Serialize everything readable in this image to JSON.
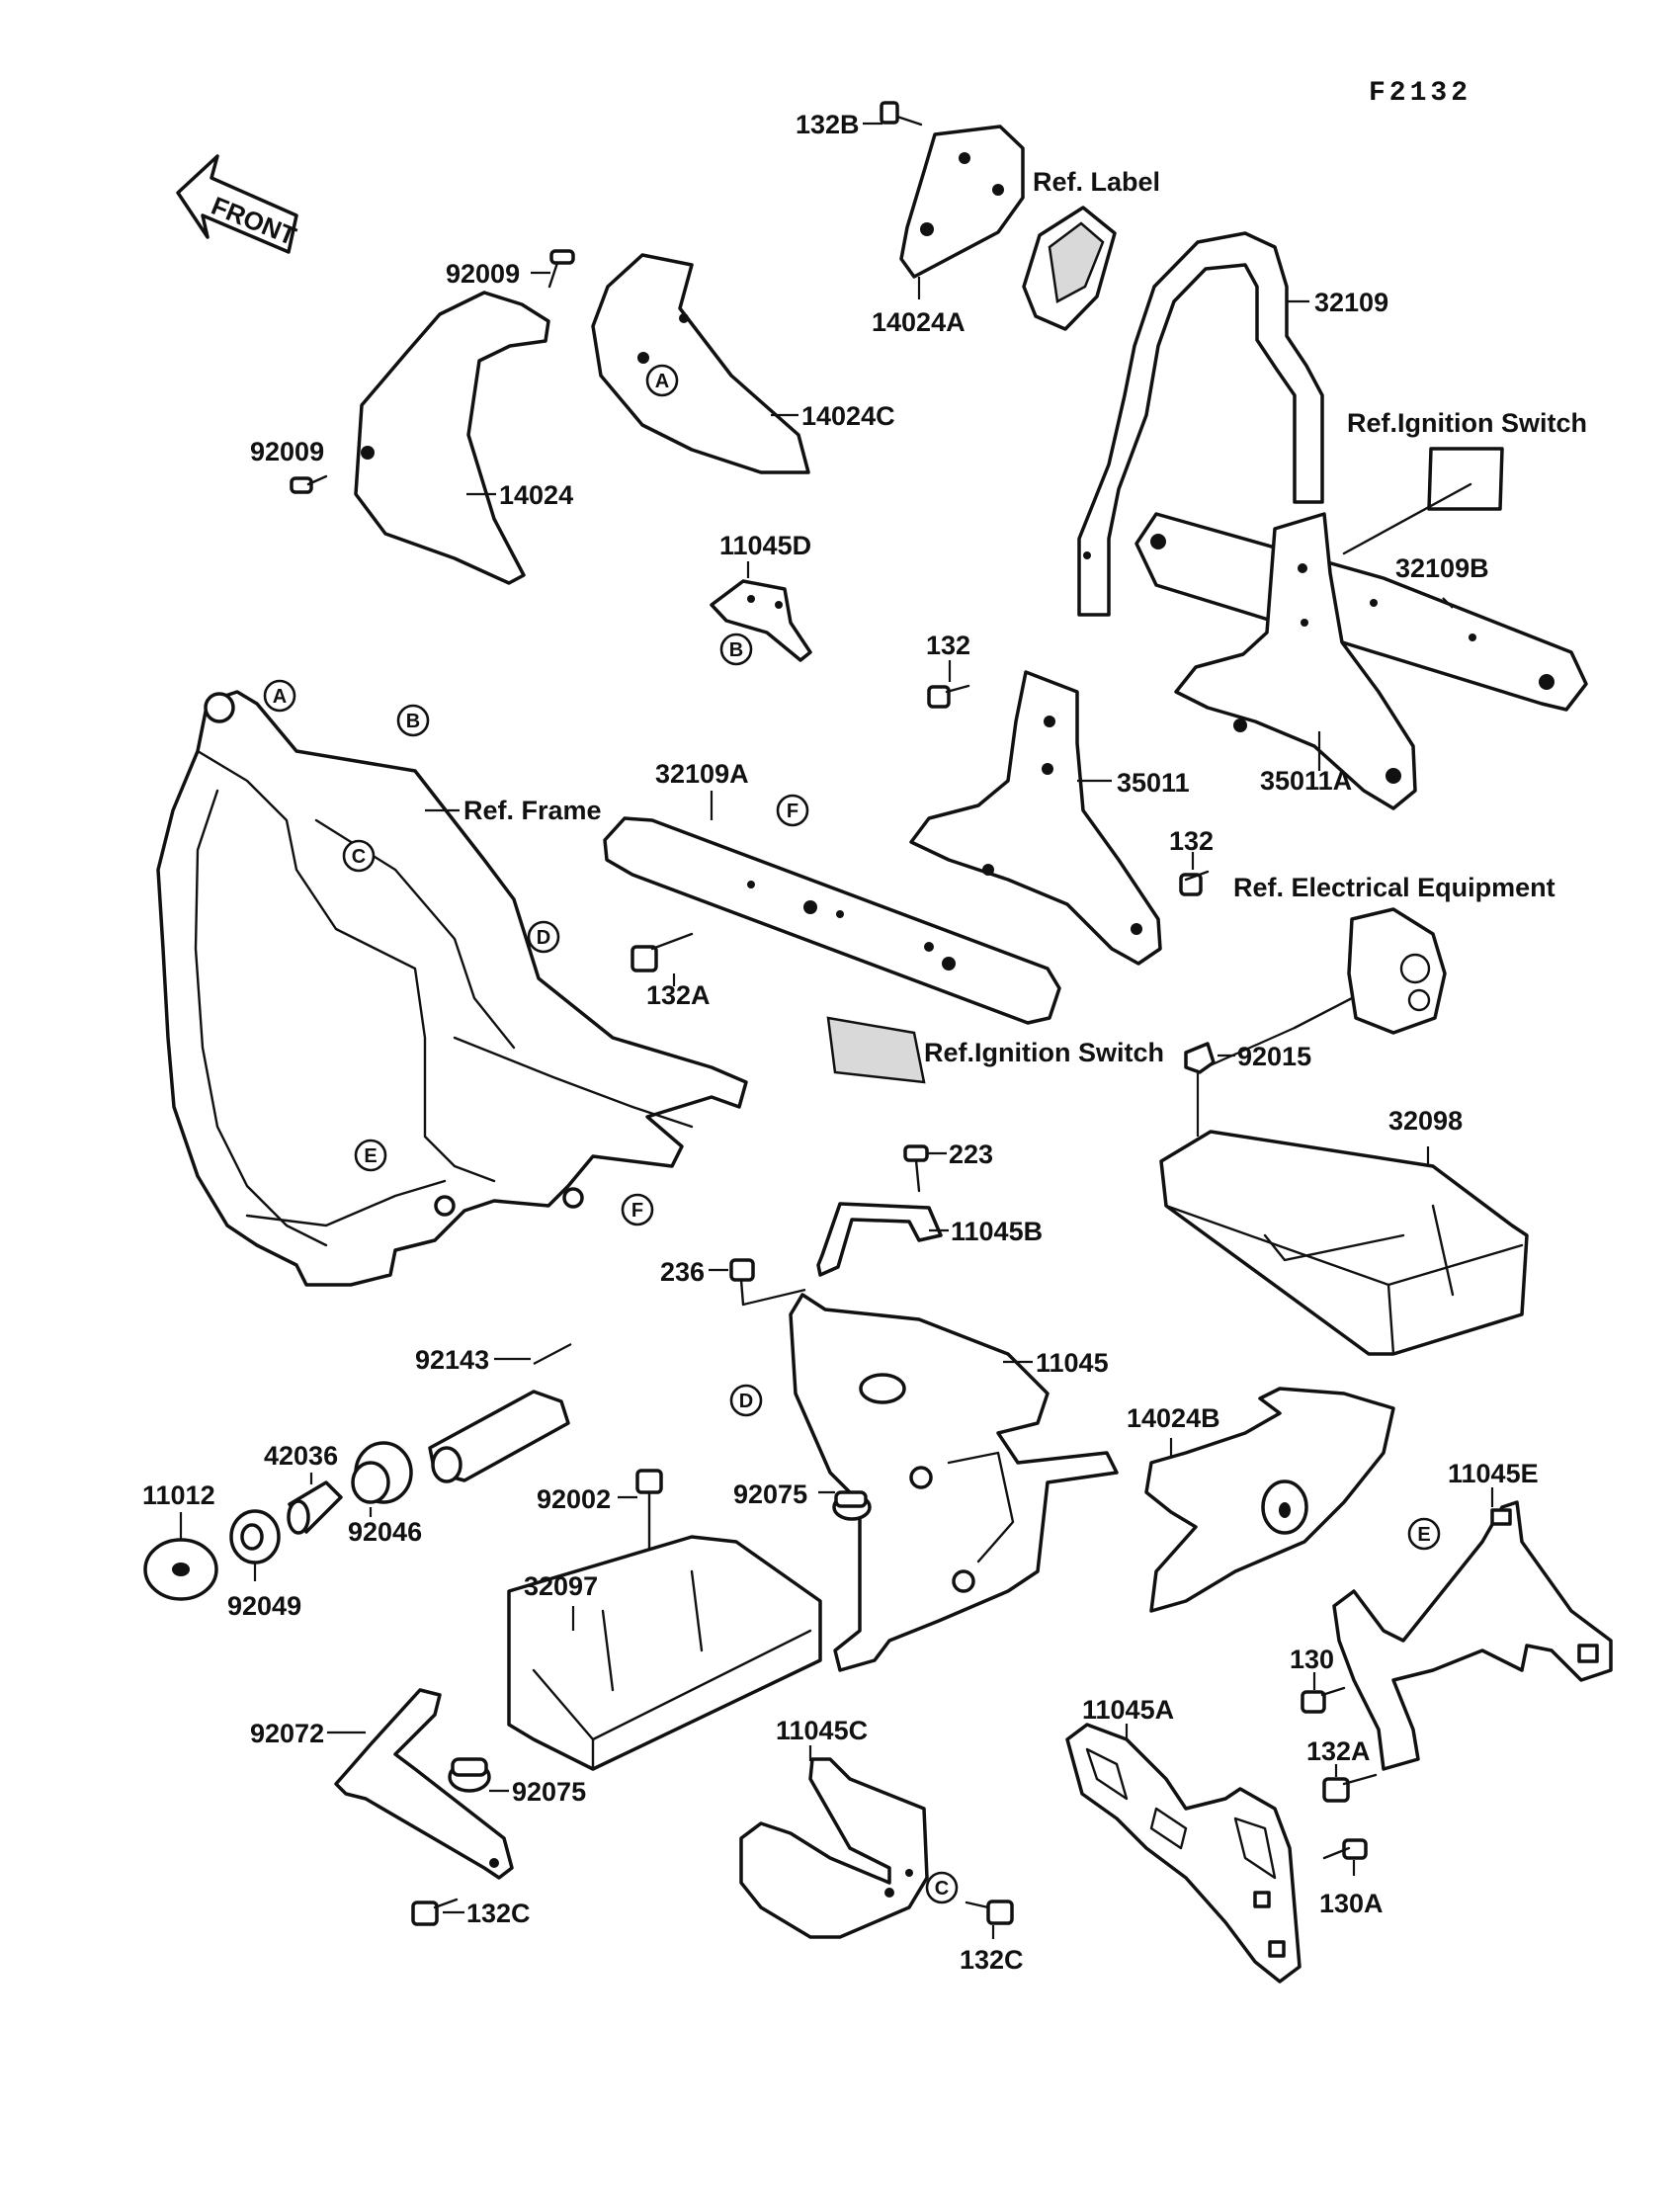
{
  "figure_code": "F2132",
  "front_label": "FRONT",
  "part_labels": {
    "p132B": "132B",
    "p14024A": "14024A",
    "p32109": "32109",
    "p92009_top": "92009",
    "p92009_left": "92009",
    "p14024": "14024",
    "p14024C": "14024C",
    "p11045D": "11045D",
    "p32109B": "32109B",
    "p132_a": "132",
    "p35011": "35011",
    "p35011A": "35011A",
    "p32109A": "32109A",
    "p132_b": "132",
    "p132A_mid": "132A",
    "p92015": "92015",
    "p32098": "32098",
    "p223": "223",
    "p11045B": "11045B",
    "p236": "236",
    "p11045": "11045",
    "p14024B": "14024B",
    "p92143": "92143",
    "p42036": "42036",
    "p11012": "11012",
    "p92046": "92046",
    "p92049": "92049",
    "p92002": "92002",
    "p92075_mid": "92075",
    "p32097": "32097",
    "p11045E": "11045E",
    "p130": "130",
    "p132A_right": "132A",
    "p130A": "130A",
    "p11045A": "11045A",
    "p11045C": "11045C",
    "p92072": "92072",
    "p92075_low": "92075",
    "p132C_left": "132C",
    "p132C_right": "132C"
  },
  "reference_labels": {
    "ref_label": "Ref. Label",
    "ref_ignition_top": "Ref.Ignition Switch",
    "ref_frame": "Ref. Frame",
    "ref_electrical": "Ref. Electrical Equipment",
    "ref_ignition_mid": "Ref.Ignition Switch"
  },
  "callout_letters": {
    "a1": "A",
    "a2": "A",
    "b1": "B",
    "b2": "B",
    "c1": "C",
    "c2": "C",
    "d1": "D",
    "d2": "D",
    "e1": "E",
    "e2": "E",
    "f1": "F",
    "f2": "F"
  }
}
